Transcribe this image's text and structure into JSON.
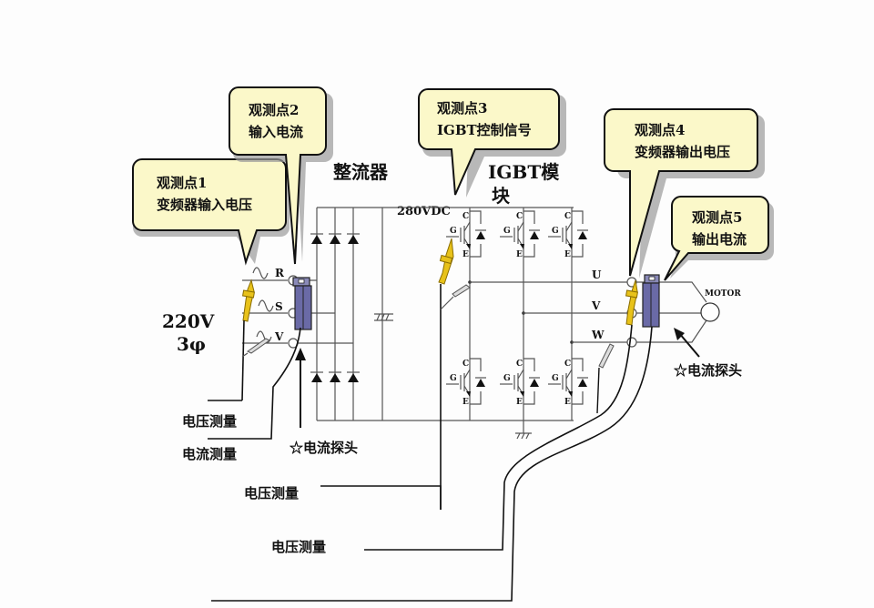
{
  "callouts": [
    {
      "id": 1,
      "title": "观测点1",
      "desc": "变频器输入电压"
    },
    {
      "id": 2,
      "title": "观测点2",
      "desc": "输入电流"
    },
    {
      "id": 3,
      "title": "观测点3",
      "desc": "IGBT控制信号"
    },
    {
      "id": 4,
      "title": "观测点4",
      "desc": "变频器输出电压"
    },
    {
      "id": 5,
      "title": "观测点5",
      "desc": "输出电流"
    }
  ],
  "labels": {
    "rectifier": "整流器",
    "igbt_module_line1": "IGBT模",
    "igbt_module_line2": "块",
    "dc_bus": "280VDC",
    "supply_voltage": "220V",
    "supply_phase": "3φ",
    "motor": "MOTOR",
    "current_probe_left": "☆电流探头",
    "current_probe_right": "☆电流探头",
    "voltage_measure_1": "电压测量",
    "current_measure": "电流测量",
    "voltage_measure_2": "电压测量",
    "voltage_measure_3": "电压测量"
  },
  "input_phases": [
    "R",
    "S",
    "V"
  ],
  "output_phases": [
    "U",
    "V",
    "W"
  ],
  "igbt_terminals": {
    "collector": "C",
    "gate": "G",
    "emitter": "E"
  },
  "colors": {
    "callout_fill": "#fbf8c9",
    "voltage_probe": "#e8c21a",
    "current_probe": "#6a6aa6"
  }
}
